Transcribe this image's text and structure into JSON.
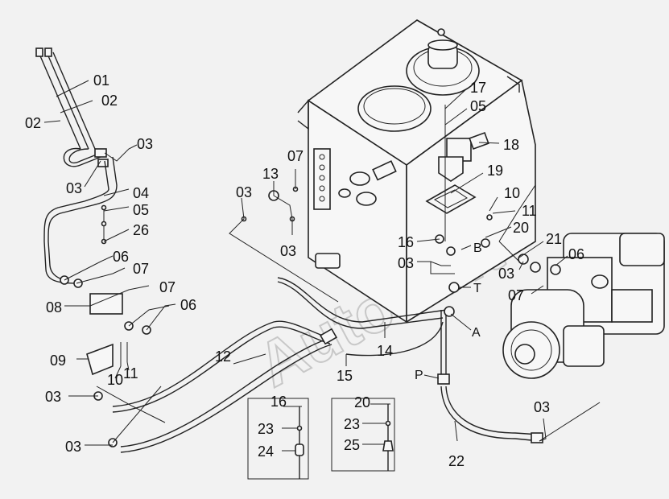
{
  "watermark": "AutoSoft",
  "labels": {
    "l01": "01",
    "l02a": "02",
    "l02b": "02",
    "l03a": "03",
    "l03b": "03",
    "l04": "04",
    "l05a": "05",
    "l26": "26",
    "l06a": "06",
    "l07a": "07",
    "l07b": "07",
    "l08": "08",
    "l06b": "06",
    "l09": "09",
    "l10a": "10",
    "l11a": "11",
    "l03c": "03",
    "l03d": "03",
    "l12": "12",
    "l13": "13",
    "l07c": "07",
    "l03e": "03",
    "l03f": "03",
    "l17": "17",
    "l05b": "05",
    "l18": "18",
    "l19": "19",
    "l10b": "10",
    "l11b": "11",
    "l20a": "20",
    "l16a": "16",
    "l03g": "03",
    "lB": "B",
    "lT": "T",
    "lA": "A",
    "lP": "P",
    "l14": "14",
    "l15": "15",
    "l21": "21",
    "l03h": "03",
    "l06c": "06",
    "l07d": "07",
    "l03i": "03",
    "l22": "22"
  },
  "detail_16": {
    "header": "16",
    "items": [
      "23",
      "24"
    ]
  },
  "detail_20": {
    "header": "20",
    "items": [
      "23",
      "25"
    ]
  }
}
